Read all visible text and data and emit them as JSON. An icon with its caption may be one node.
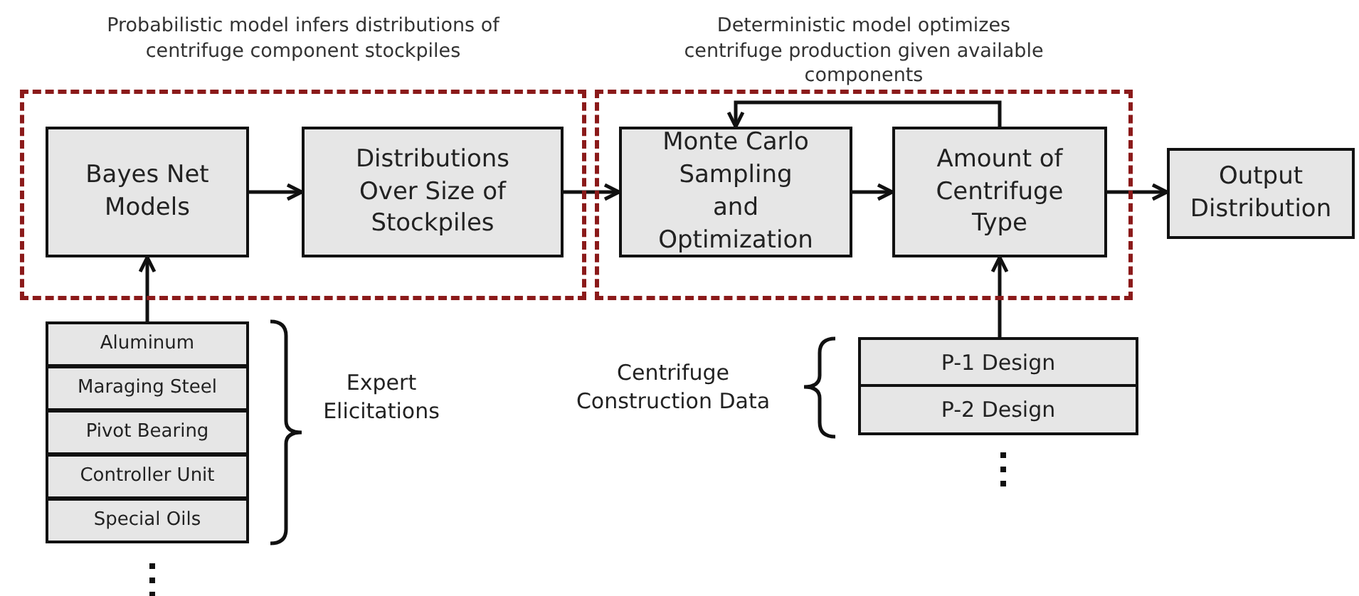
{
  "diagram": {
    "nodes": [
      {
        "text": [
          "Probabilistic model infers distributions of centrifuge component stockpiles"
        ]
      },
      {
        "text": [
          "Bayes Net Models"
        ],
        "in": 0
      },
      {
        "text": [
          "Distributions Over Size of Stockpiles"
        ],
        "in": 0
      },
      {
        "text": [
          "Deterministic model optimizes centrifuge production given available components"
        ]
      },
      {
        "text": [
          "Monte Carlo Sampling and Optimization"
        ],
        "in": 3
      },
      {
        "text": [
          "Amount of Centrifuge Type"
        ],
        "in": 3
      },
      {
        "text": [
          "Output Distribution"
        ]
      },
      {
        "text": [
          "Aluminum"
        ]
      },
      {
        "text": [
          "Maraging Steel"
        ]
      },
      {
        "text": [
          "Pivot Bearing"
        ]
      },
      {
        "text": [
          "Controller Unit"
        ]
      },
      {
        "text": [
          "Special Oils"
        ]
      },
      {
        "text": [
          "P-1 Design"
        ]
      },
      {
        "text": [
          "P-2 Design"
        ]
      }
    ],
    "edges": [
      {
        "from": 1,
        "to": 2,
        "arrow": "to"
      },
      {
        "from": 2,
        "to": 4,
        "arrow": "to"
      },
      {
        "from": 4,
        "to": 5,
        "arrow": "to"
      },
      {
        "from": 5,
        "to": 4,
        "arrow": "to"
      },
      {
        "from": 5,
        "to": 6,
        "arrow": "to"
      },
      {
        "from": 7,
        "to": 1,
        "arrow": "to"
      },
      {
        "from": 12,
        "to": 5,
        "arrow": "to"
      }
    ],
    "labels": [
      "Expert Elicitations",
      "Centrifuge Construction Data"
    ]
  }
}
